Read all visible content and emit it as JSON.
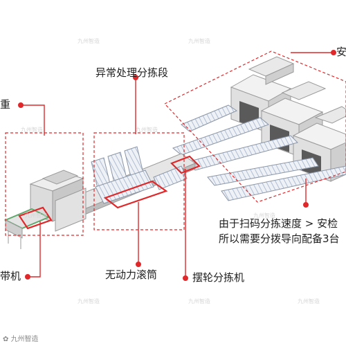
{
  "labels": {
    "anomaly_section": "异常处理分拣段",
    "weigh": "重",
    "belt_machine": "带机",
    "unpowered_roller": "无动力滚筒",
    "swing_wheel_sorter": "摆轮分拣机",
    "security": "安",
    "note_line1": "由于扫码分拣速度 > 安检",
    "note_line2": "所以需要分拨导向配备3台"
  },
  "watermarks": [
    "九州智造",
    "九州智造",
    "九州智造",
    "九州智造",
    "九州智造",
    "九州智造",
    "九州智造",
    "九州智造",
    "九州智造"
  ],
  "brand_text": "九州智造",
  "colors": {
    "accent_red": "#e0282a",
    "machine_light": "#ebebeb",
    "machine_mid": "#d4d4d4",
    "machine_dark": "#a8a8a8",
    "roller_blue": "#9fb0c9",
    "belt_green": "#5fa86b"
  }
}
